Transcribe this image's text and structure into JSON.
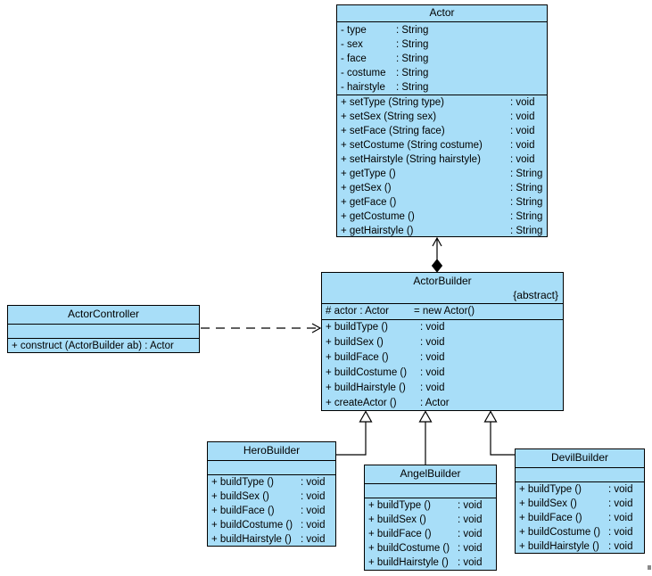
{
  "diagram": {
    "type": "uml-class-diagram",
    "pattern": "Builder",
    "class_fill_color": "#a8def8",
    "border_color": "#000000",
    "background_color": "#ffffff"
  },
  "classes": {
    "actor": {
      "name": "Actor",
      "attributes": [
        {
          "name": "- type",
          "type": ": String"
        },
        {
          "name": "- sex",
          "type": ": String"
        },
        {
          "name": "- face",
          "type": ": String"
        },
        {
          "name": "- costume",
          "type": ": String"
        },
        {
          "name": "- hairstyle",
          "type": ": String"
        }
      ],
      "methods": [
        {
          "name": "+ setType (String type)",
          "type": ": void"
        },
        {
          "name": "+ setSex (String sex)",
          "type": ": void"
        },
        {
          "name": "+ setFace (String face)",
          "type": ": void"
        },
        {
          "name": "+ setCostume (String costume)",
          "type": ": void"
        },
        {
          "name": "+ setHairstyle (String hairstyle)",
          "type": ": void"
        },
        {
          "name": "+ getType ()",
          "type": ": String"
        },
        {
          "name": "+ getSex ()",
          "type": ": String"
        },
        {
          "name": "+ getFace ()",
          "type": ": String"
        },
        {
          "name": "+ getCostume ()",
          "type": ": String"
        },
        {
          "name": "+ getHairstyle ()",
          "type": ": String"
        }
      ]
    },
    "actor_builder": {
      "name": "ActorBuilder",
      "stereotype": "{abstract}",
      "attributes": [
        {
          "name": "# actor : Actor",
          "type": "= new Actor()"
        }
      ],
      "methods": [
        {
          "name": "+ buildType ()",
          "type": ": void"
        },
        {
          "name": "+ buildSex ()",
          "type": ": void"
        },
        {
          "name": "+ buildFace ()",
          "type": ": void"
        },
        {
          "name": "+ buildCostume ()",
          "type": ": void"
        },
        {
          "name": "+ buildHairstyle ()",
          "type": ": void"
        },
        {
          "name": "+ createActor ()",
          "type": ": Actor"
        }
      ]
    },
    "actor_controller": {
      "name": "ActorController",
      "methods": [
        {
          "name": "+ construct (ActorBuilder ab) : Actor"
        }
      ]
    },
    "hero_builder": {
      "name": "HeroBuilder",
      "methods": [
        {
          "name": "+ buildType ()",
          "type": ": void"
        },
        {
          "name": "+ buildSex ()",
          "type": ": void"
        },
        {
          "name": "+ buildFace ()",
          "type": ": void"
        },
        {
          "name": "+ buildCostume ()",
          "type": ": void"
        },
        {
          "name": "+ buildHairstyle ()",
          "type": ": void"
        }
      ]
    },
    "angel_builder": {
      "name": "AngelBuilder",
      "methods": [
        {
          "name": "+ buildType ()",
          "type": ": void"
        },
        {
          "name": "+ buildSex ()",
          "type": ": void"
        },
        {
          "name": "+ buildFace ()",
          "type": ": void"
        },
        {
          "name": "+ buildCostume ()",
          "type": ": void"
        },
        {
          "name": "+ buildHairstyle ()",
          "type": ": void"
        }
      ]
    },
    "devil_builder": {
      "name": "DevilBuilder",
      "methods": [
        {
          "name": "+ buildType ()",
          "type": ": void"
        },
        {
          "name": "+ buildSex ()",
          "type": ": void"
        },
        {
          "name": "+ buildFace ()",
          "type": ": void"
        },
        {
          "name": "+ buildCostume ()",
          "type": ": void"
        },
        {
          "name": "+ buildHairstyle ()",
          "type": ": void"
        }
      ]
    }
  },
  "relationships": [
    {
      "id": "composition-actorbuilder-to-actor",
      "kind": "composition",
      "from": "ActorBuilder",
      "to": "Actor"
    },
    {
      "id": "dependency-actorcontroller-to-actorbuilder",
      "kind": "dependency",
      "from": "ActorController",
      "to": "ActorBuilder"
    },
    {
      "id": "generalization-herobuilder",
      "kind": "generalization",
      "from": "HeroBuilder",
      "to": "ActorBuilder"
    },
    {
      "id": "generalization-angelbuilder",
      "kind": "generalization",
      "from": "AngelBuilder",
      "to": "ActorBuilder"
    },
    {
      "id": "generalization-devilbuilder",
      "kind": "generalization",
      "from": "DevilBuilder",
      "to": "ActorBuilder"
    }
  ]
}
